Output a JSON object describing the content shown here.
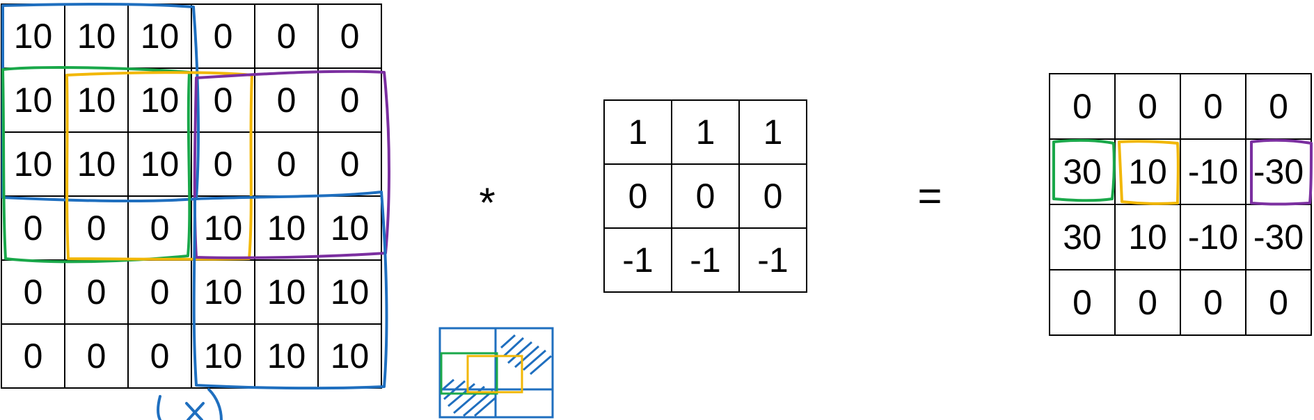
{
  "input_matrix": [
    [
      "10",
      "10",
      "10",
      "0",
      "0",
      "0"
    ],
    [
      "10",
      "10",
      "10",
      "0",
      "0",
      "0"
    ],
    [
      "10",
      "10",
      "10",
      "0",
      "0",
      "0"
    ],
    [
      "0",
      "0",
      "0",
      "10",
      "10",
      "10"
    ],
    [
      "0",
      "0",
      "0",
      "10",
      "10",
      "10"
    ],
    [
      "0",
      "0",
      "0",
      "10",
      "10",
      "10"
    ]
  ],
  "filter_matrix": [
    [
      "1",
      "1",
      "1"
    ],
    [
      "0",
      "0",
      "0"
    ],
    [
      "-1",
      "-1",
      "-1"
    ]
  ],
  "output_matrix": [
    [
      "0",
      "0",
      "0",
      "0"
    ],
    [
      "30",
      "10",
      "-10",
      "-30"
    ],
    [
      "30",
      "10",
      "-10",
      "-30"
    ],
    [
      "0",
      "0",
      "0",
      "0"
    ]
  ],
  "operators": {
    "convolve": "*",
    "equals": "="
  },
  "colors": {
    "blue": "#1f6fbf",
    "green": "#1aa84a",
    "yellow": "#f2b705",
    "purple": "#7b2fa0",
    "grid": "#000000"
  }
}
